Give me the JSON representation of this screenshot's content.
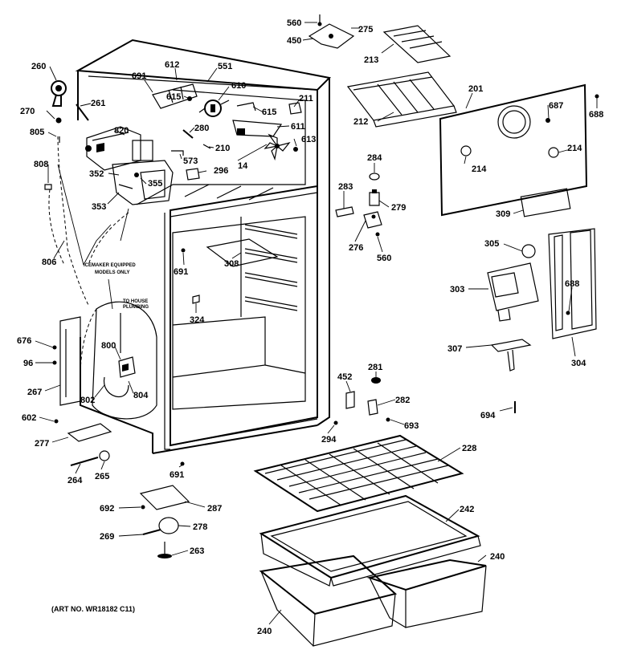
{
  "callouts": {
    "c560a": "560",
    "c275": "275",
    "c450": "450",
    "c213": "213",
    "c260": "260",
    "c270": "270",
    "c261": "261",
    "c805": "805",
    "c691a": "691",
    "c612": "612",
    "c551": "551",
    "c615a": "615",
    "c610": "610",
    "c211": "211",
    "c615b": "615",
    "c611": "611",
    "c613": "613",
    "c820": "820",
    "c280": "280",
    "c210": "210",
    "c573": "573",
    "c14": "14",
    "c212": "212",
    "c201": "201",
    "c687": "687",
    "c688a": "688",
    "c214a": "214",
    "c214b": "214",
    "c808": "808",
    "c352": "352",
    "c355": "355",
    "c353": "353",
    "c296": "296",
    "c284": "284",
    "c283": "283",
    "c279": "279",
    "c276": "276",
    "c560b": "560",
    "c309": "309",
    "c305": "305",
    "c806": "806",
    "c691b": "691",
    "c308": "308",
    "c303": "303",
    "c688b": "688",
    "c324": "324",
    "c676": "676",
    "c96": "96",
    "c800": "800",
    "c267": "267",
    "c802": "802",
    "c804": "804",
    "c307": "307",
    "c304": "304",
    "c452": "452",
    "c281": "281",
    "c282": "282",
    "c693": "693",
    "c694": "694",
    "c602": "602",
    "c294": "294",
    "c277": "277",
    "c228": "228",
    "c691c": "691",
    "c264": "264",
    "c265": "265",
    "c692": "692",
    "c287": "287",
    "c242": "242",
    "c240a": "240",
    "c269": "269",
    "c278": "278",
    "c263": "263",
    "c240b": "240"
  },
  "notes": {
    "icemaker_line1": "ICEMAKER EQUIPPED",
    "icemaker_line2": "MODELS ONLY",
    "plumbing_line1": "TO HOUSE",
    "plumbing_line2": "PLUMBING"
  },
  "art_number": "(ART NO. WR18182 C11)"
}
